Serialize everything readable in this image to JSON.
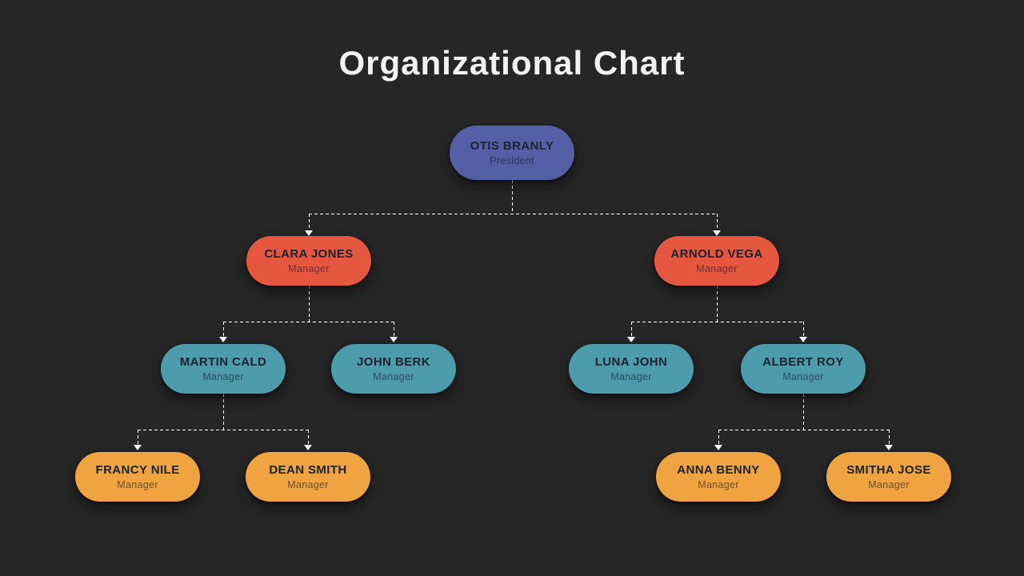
{
  "title": "Organizational Chart",
  "palette": {
    "background": "#262626",
    "title_text": "#f2f2f2",
    "connector_line": "#ffffff",
    "node_name_text": "#1d2231",
    "level1_president": "#555fa5",
    "level2_manager": "#e65740",
    "level3_manager": "#4c9cab",
    "level4_manager": "#efa441"
  },
  "org": {
    "nodes": [
      {
        "name": "OTIS BRANLY",
        "role": "President",
        "color": "#555fa5",
        "level": 1,
        "parent": null
      },
      {
        "name": "CLARA JONES",
        "role": "Manager",
        "color": "#e65740",
        "level": 2,
        "parent": "OTIS BRANLY"
      },
      {
        "name": "ARNOLD VEGA",
        "role": "Manager",
        "color": "#e65740",
        "level": 2,
        "parent": "OTIS BRANLY"
      },
      {
        "name": "MARTIN CALD",
        "role": "Manager",
        "color": "#4c9cab",
        "level": 3,
        "parent": "CLARA JONES"
      },
      {
        "name": "JOHN BERK",
        "role": "Manager",
        "color": "#4c9cab",
        "level": 3,
        "parent": "CLARA JONES"
      },
      {
        "name": "LUNA JOHN",
        "role": "Manager",
        "color": "#4c9cab",
        "level": 3,
        "parent": "ARNOLD VEGA"
      },
      {
        "name": "ALBERT ROY",
        "role": "Manager",
        "color": "#4c9cab",
        "level": 3,
        "parent": "ARNOLD VEGA"
      },
      {
        "name": "FRANCY NILE",
        "role": "Manager",
        "color": "#efa441",
        "level": 4,
        "parent": "MARTIN CALD"
      },
      {
        "name": "DEAN SMITH",
        "role": "Manager",
        "color": "#efa441",
        "level": 4,
        "parent": "MARTIN CALD"
      },
      {
        "name": "ANNA BENNY",
        "role": "Manager",
        "color": "#efa441",
        "level": 4,
        "parent": "ALBERT ROY"
      },
      {
        "name": "SMITHA JOSE",
        "role": "Manager",
        "color": "#efa441",
        "level": 4,
        "parent": "ALBERT ROY"
      }
    ],
    "hierarchy": {
      "OTIS BRANLY": [
        "CLARA JONES",
        "ARNOLD VEGA"
      ],
      "CLARA JONES": [
        "MARTIN CALD",
        "JOHN BERK"
      ],
      "ARNOLD VEGA": [
        "LUNA JOHN",
        "ALBERT ROY"
      ],
      "MARTIN CALD": [
        "FRANCY NILE",
        "DEAN SMITH"
      ],
      "ALBERT ROY": [
        "ANNA BENNY",
        "SMITHA JOSE"
      ]
    }
  }
}
